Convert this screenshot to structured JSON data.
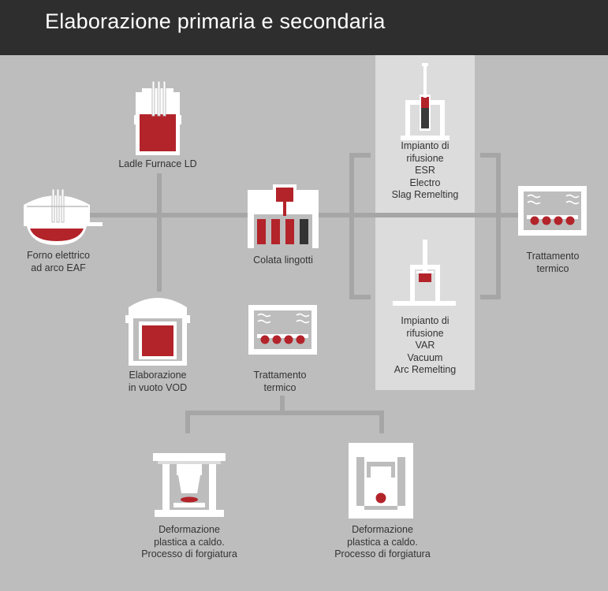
{
  "header": {
    "title": "Elaborazione primaria e secondaria"
  },
  "colors": {
    "header_bg": "#2e2e2e",
    "background": "#bdbdbd",
    "panel": "#dcdcdc",
    "connector": "#a6a6a6",
    "metal_red": "#b3232a",
    "equipment_white": "#ffffff"
  },
  "nodes": {
    "ladle_furnace": {
      "lines": [
        "Ladle Furnace LD"
      ],
      "icon": "ladle-furnace-icon"
    },
    "eaf": {
      "lines": [
        "Forno elettrico",
        "ad arco EAF"
      ],
      "icon": "electric-arc-furnace-icon"
    },
    "ingot_casting": {
      "lines": [
        "Colata lingotti"
      ],
      "icon": "ingot-casting-icon"
    },
    "vod": {
      "lines": [
        "Elaborazione",
        "in vuoto VOD"
      ],
      "icon": "vacuum-degassing-icon"
    },
    "heat_treatment_1": {
      "lines": [
        "Trattamento",
        "termico"
      ],
      "icon": "heat-treatment-furnace-icon"
    },
    "esr": {
      "lines": [
        "Impianto di",
        "rifusione",
        "ESR",
        "Electro",
        "Slag Remelting"
      ],
      "icon": "esr-remelting-icon"
    },
    "var": {
      "lines": [
        "Impianto di",
        "rifusione",
        "VAR",
        "Vacuum",
        "Arc Remelting"
      ],
      "icon": "var-remelting-icon"
    },
    "heat_treatment_2": {
      "lines": [
        "Trattamento",
        "termico"
      ],
      "icon": "heat-treatment-furnace-icon"
    },
    "forging_1": {
      "lines": [
        "Deformazione",
        "plastica a caldo.",
        "Processo di forgiatura"
      ],
      "icon": "forging-press-icon"
    },
    "forging_2": {
      "lines": [
        "Deformazione",
        "plastica a caldo.",
        "Processo di forgiatura"
      ],
      "icon": "hammer-press-icon"
    }
  }
}
